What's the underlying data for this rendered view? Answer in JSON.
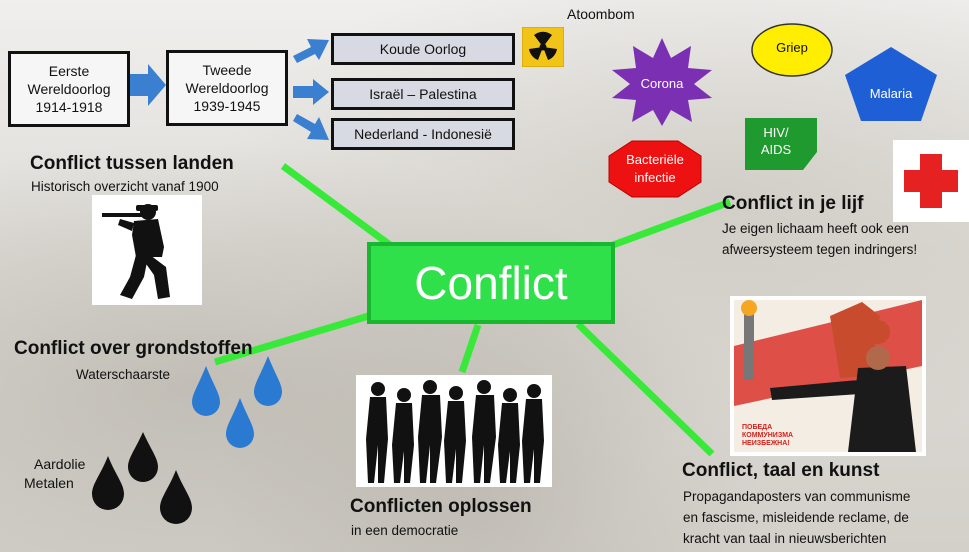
{
  "center": {
    "label": "Conflict"
  },
  "timeline": {
    "box1": {
      "line1": "Eerste",
      "line2": "Wereldoorlog",
      "line3": "1914-1918"
    },
    "box2": {
      "line1": "Tweede",
      "line2": "Wereldoorlog",
      "line3": "1939-1945"
    },
    "outcomes": [
      "Koude Oorlog",
      "Israël – Palestina",
      "Nederland - Indonesië"
    ],
    "atomic_label": "Atoombom"
  },
  "branches": {
    "landen": {
      "title": "Conflict tussen landen",
      "subtitle": "Historisch overzicht vanaf 1900"
    },
    "lijf": {
      "title": "Conflict in je lijf",
      "subtitle_line1": "Je eigen lichaam heeft ook een",
      "subtitle_line2": "afweersysteem tegen indringers!"
    },
    "grondstoffen": {
      "title": "Conflict over grondstoffen",
      "label_water": "Waterschaarste",
      "label_oil1": "Aardolie",
      "label_oil2": "Metalen"
    },
    "oplossen": {
      "title": "Conflicten oplossen",
      "subtitle": "in een democratie"
    },
    "taal": {
      "title": "Conflict, taal en kunst",
      "line1": "Propagandaposters van communisme",
      "line2": "en fascisme, misleidende reclame, de",
      "line3": "kracht van taal in nieuwsberichten"
    }
  },
  "diseases": {
    "corona": "Corona",
    "griep": "Griep",
    "malaria": "Malaria",
    "hiv_line1": "HIV/",
    "hiv_line2": "AIDS",
    "bact_line1": "Bacteriële",
    "bact_line2": "infectie"
  },
  "poster": {
    "text_line1": "ПОБЕДА",
    "text_line2": "КОММУНИЗМА",
    "text_line3": "НЕИЗБЕЖНА!"
  },
  "colors": {
    "connector": "#39e93a",
    "arrow": "#3a7fd0",
    "corona": "#7b2fb3",
    "griep": "#ffee00",
    "malaria": "#1e5fd6",
    "hiv": "#1e9a2e",
    "bacterie": "#ee1111",
    "center_fill": "#2fe04a",
    "water": "#2b7ad1"
  }
}
